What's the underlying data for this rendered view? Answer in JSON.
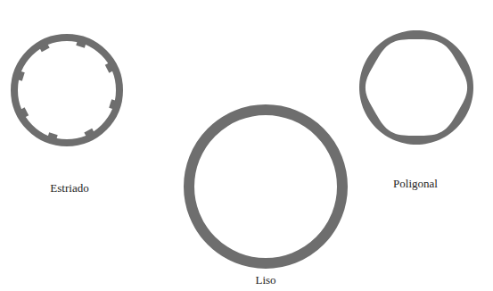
{
  "diagram": {
    "labels": [
      "Estriado",
      "Poligonal",
      "Liso"
    ]
  }
}
